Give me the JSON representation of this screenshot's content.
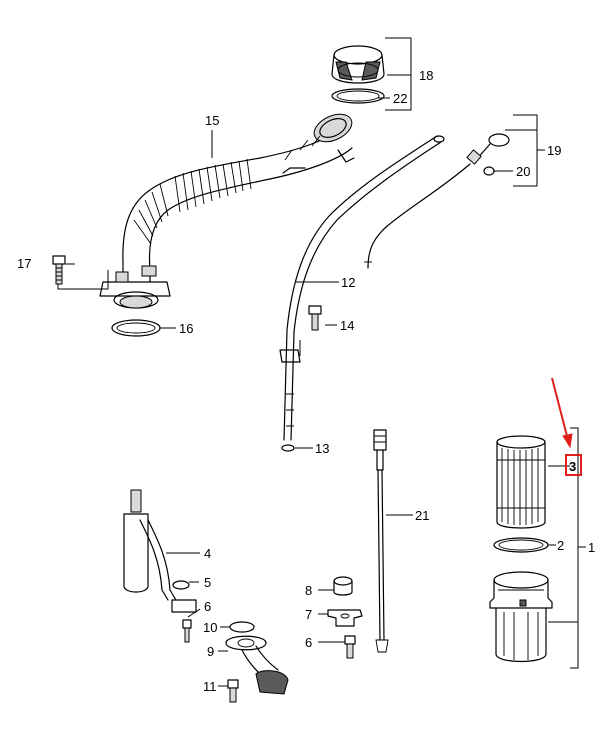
{
  "diagram": {
    "callouts": {
      "p1": "1",
      "p2": "2",
      "p3": "3",
      "p4": "4",
      "p5": "5",
      "p6a": "6",
      "p6b": "6",
      "p7": "7",
      "p8": "8",
      "p9": "9",
      "p10": "10",
      "p11": "11",
      "p12": "12",
      "p13": "13",
      "p14": "14",
      "p15": "15",
      "p16": "16",
      "p17": "17",
      "p18": "18",
      "p19": "19",
      "p20": "20",
      "p21": "21",
      "p22": "22"
    },
    "highlight": {
      "target": "3",
      "color": "#e0201b"
    }
  }
}
